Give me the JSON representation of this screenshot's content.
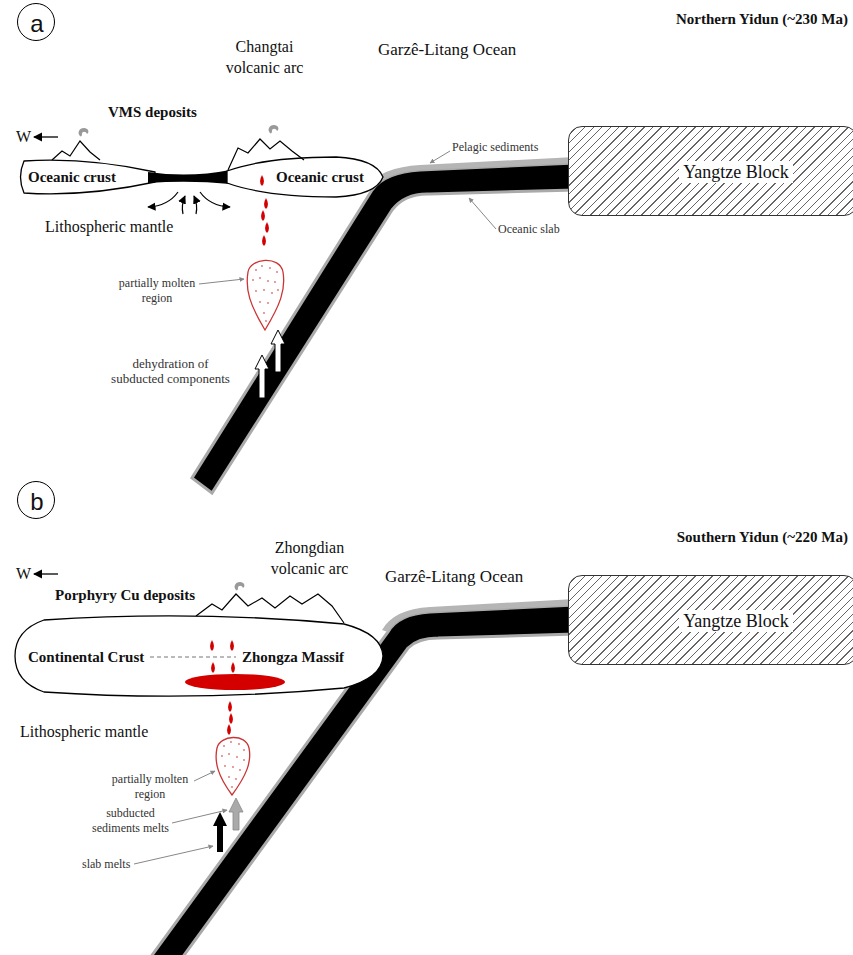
{
  "diagram": {
    "nodes": [
      {
        "text": [
          "a"
        ]
      },
      {
        "text": [
          "Oceanic crust"
        ]
      },
      {
        "text": [
          "Oceanic crust"
        ]
      },
      {
        "text": [
          "Yangtze Block"
        ]
      },
      {
        "text": [
          "b"
        ]
      },
      {
        "text": [
          "Continental Crust",
          "Zhongza Massif"
        ]
      },
      {
        "text": [
          "Yangtze Block"
        ]
      }
    ],
    "labels": [
      "Northern Yidun (~230 Ma)",
      "W",
      "Changtai volcanic arc",
      "Garzê-Litang Ocean",
      "VMS deposits",
      "Pelagic sediments",
      "Oceanic slab",
      "Lithospheric mantle",
      "partially molten region",
      "dehydration of subducted components",
      "Southern Yidun (~220 Ma)",
      "W",
      "Zhongdian volcanic arc",
      "Garzê-Litang Ocean",
      "Porphyry Cu deposits",
      "Lithospheric mantle",
      "partially molten region",
      "subducted sediments melts",
      "slab melts"
    ]
  }
}
